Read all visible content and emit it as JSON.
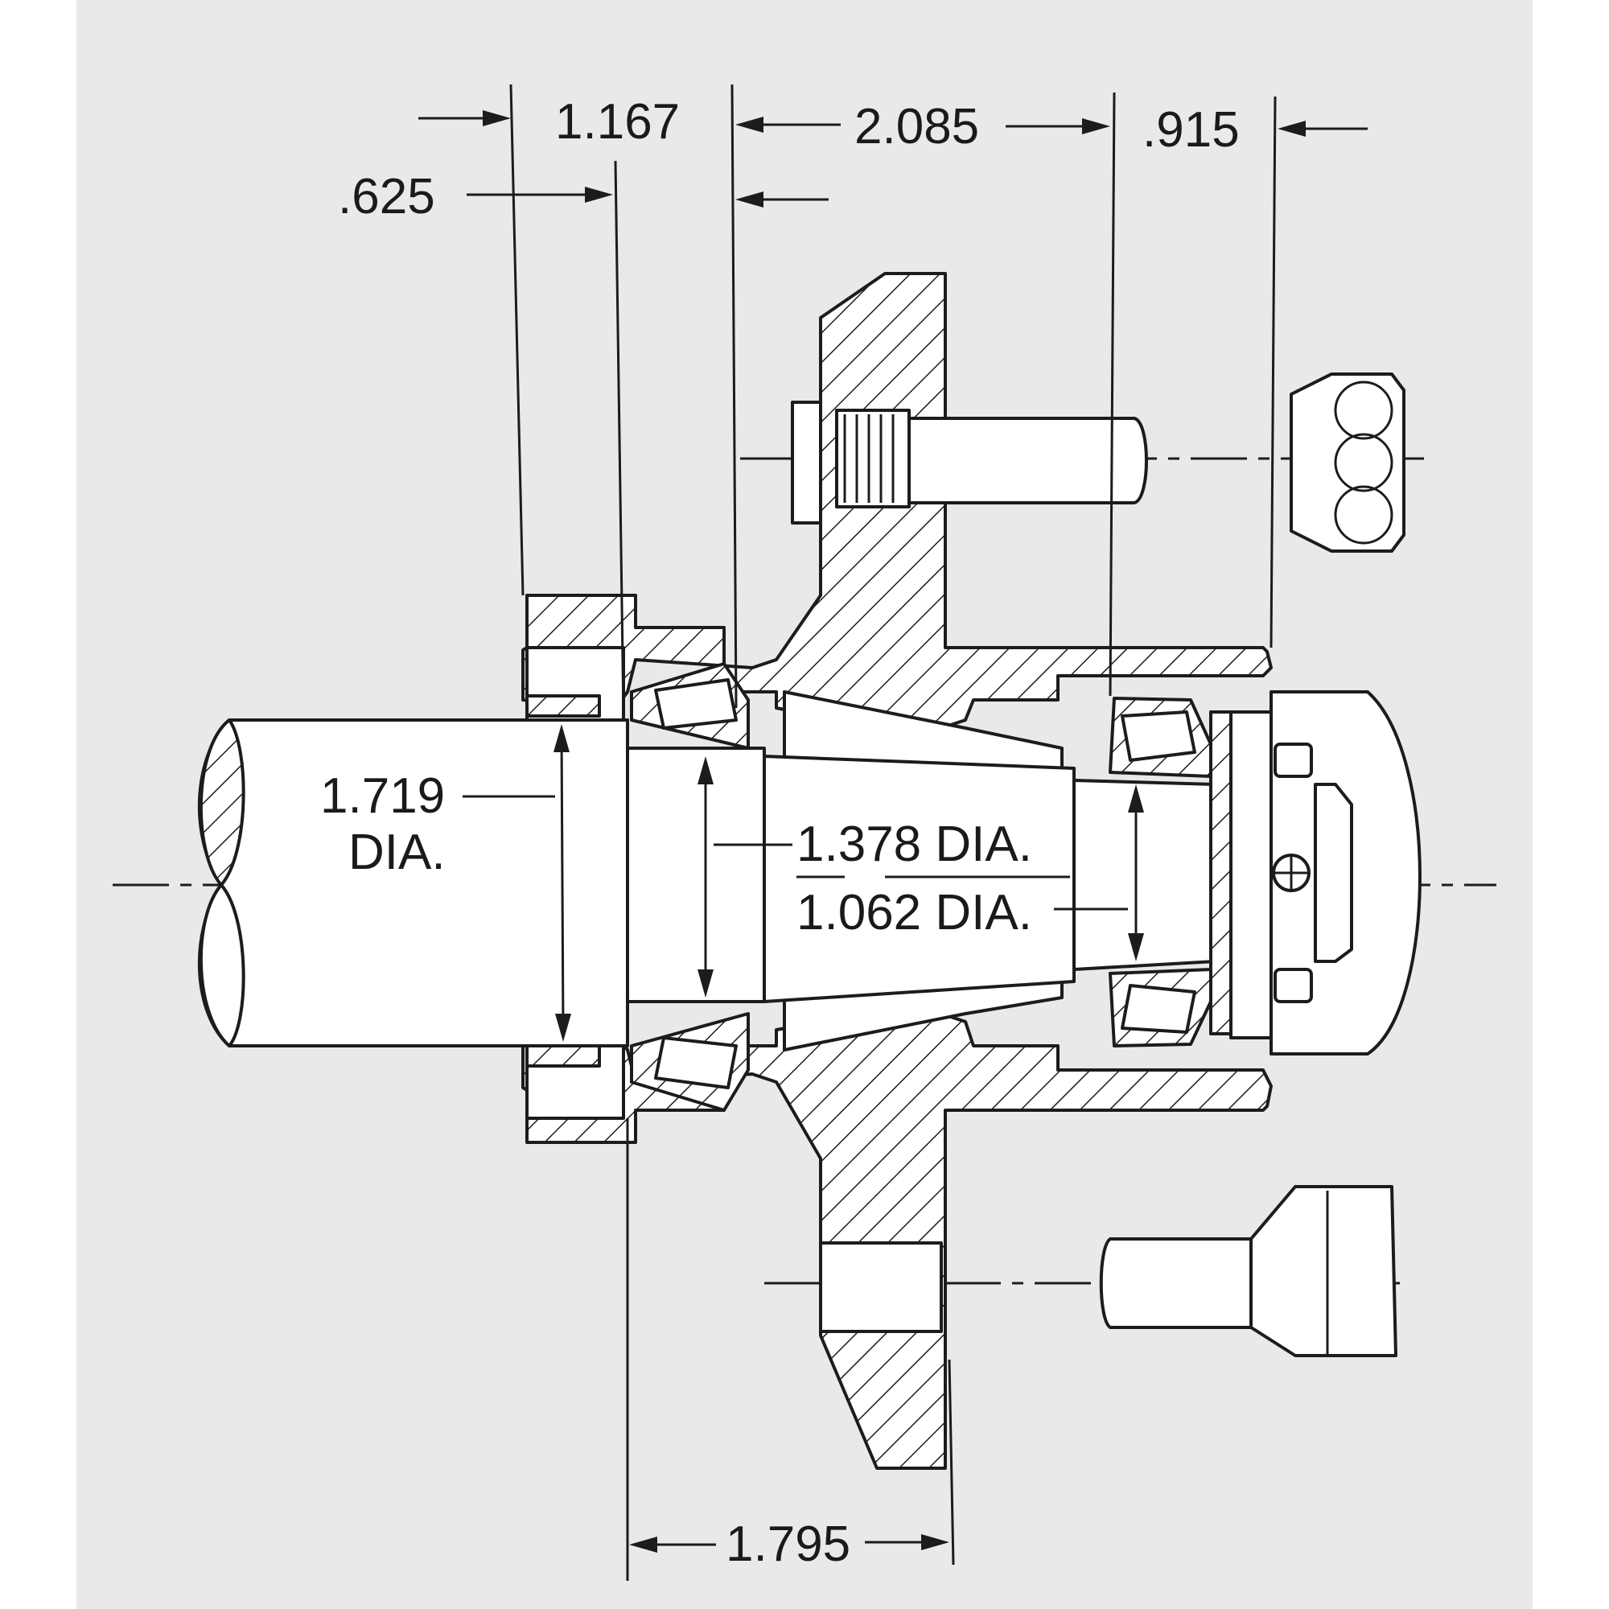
{
  "dimensions": {
    "d_625": ".625",
    "d_1167": "1.167",
    "d_2085": "2.085",
    "d_915": ".915",
    "d_1719": "1.719",
    "d_1719_dia": "DIA.",
    "d_1378": "1.378 DIA.",
    "d_1062": "1.062 DIA.",
    "d_1795": "1.795"
  }
}
